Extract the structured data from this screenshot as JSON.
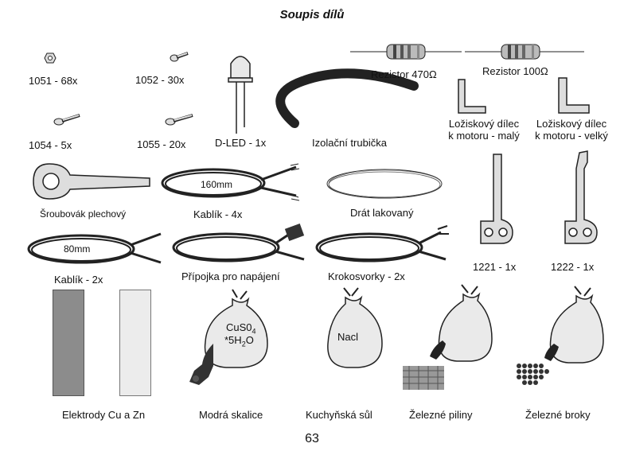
{
  "title": "Soupis dílů",
  "page_number": "63",
  "parts": {
    "p1051": "1051 - 68x",
    "p1052": "1052 - 30x",
    "p1054": "1054 - 5x",
    "p1055": "1055 - 20x",
    "dled": "D-LED - 1x",
    "tube": "Izolační trubička",
    "res470": "Rezistor 470Ω",
    "res100": "Rezistor 100Ω",
    "bearing_small_1": "Ložiskový dílec",
    "bearing_small_2": "k motoru - malý",
    "bearing_big_1": "Ložiskový dílec",
    "bearing_big_2": "k motoru - velký",
    "screwdriver": "Šroubovák plechový",
    "cable4": "Kablík - 4x",
    "coil160": "160mm",
    "wire": "Drát lakovaný",
    "coil80": "80mm",
    "cable2": "Kablík - 2x",
    "power": "Přípojka pro napájení",
    "croc": "Krokosvorky - 2x",
    "p1221": "1221 - 1x",
    "p1222": "1222 - 1x",
    "bag_cuso4_1": "CuS0",
    "bag_cuso4_sub1": "4",
    "bag_cuso4_2": "*5H",
    "bag_cuso4_sub2": "2",
    "bag_cuso4_3": "O",
    "bag_nacl": "Nacl",
    "electrodes": "Elektrody Cu a Zn",
    "vitriol": "Modrá skalice",
    "salt": "Kuchyňská sůl",
    "filings": "Železné piliny",
    "shot": "Železné broky"
  }
}
